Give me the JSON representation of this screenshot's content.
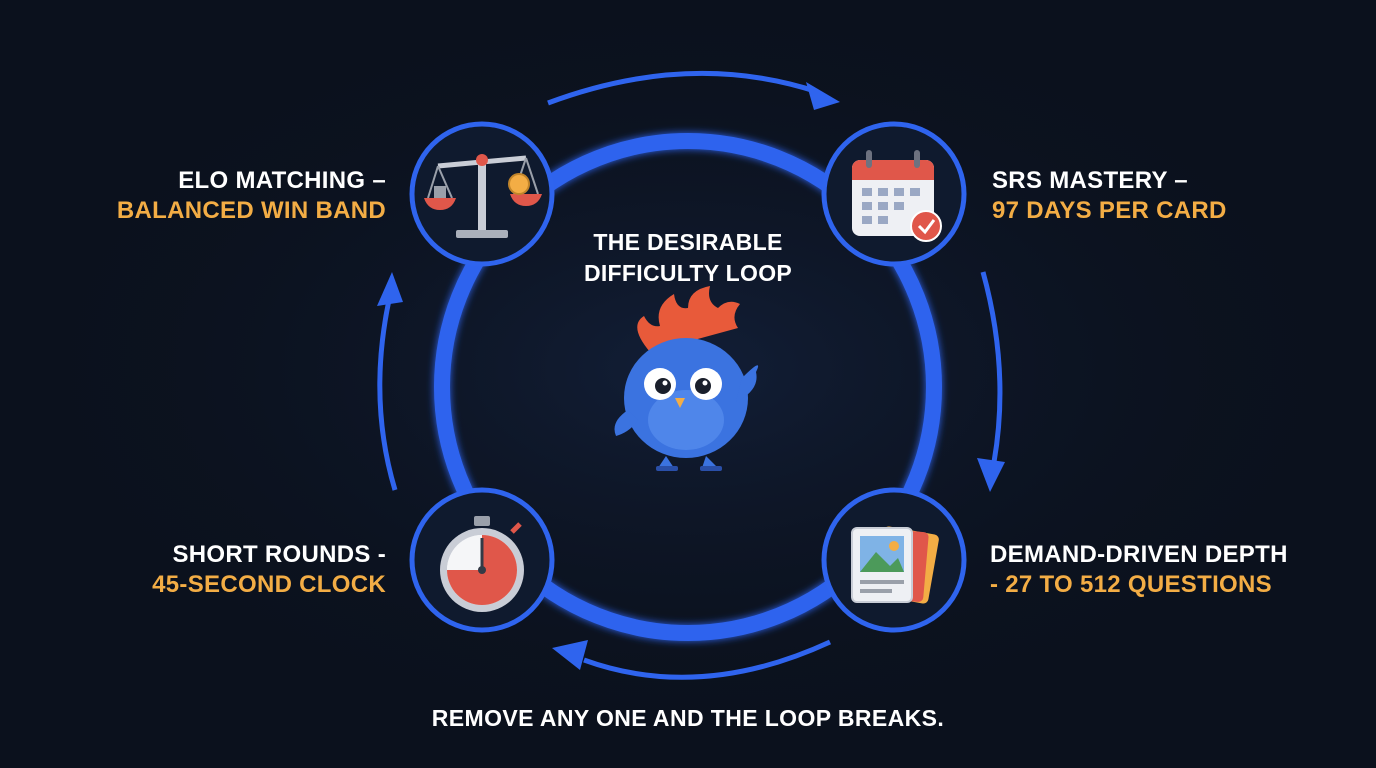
{
  "center": {
    "title_line1": "THE DESIRABLE",
    "title_line2": "DIFFICULTY LOOP",
    "mascot": "blue-bird-mascot"
  },
  "nodes": [
    {
      "id": "elo",
      "title": "ELO MATCHING –",
      "subtitle": "BALANCED WIN BAND",
      "icon": "balance-scale-icon"
    },
    {
      "id": "srs",
      "title": "SRS MASTERY –",
      "subtitle": "97 DAYS PER CARD",
      "icon": "calendar-check-icon"
    },
    {
      "id": "depth",
      "title": "DEMAND-DRIVEN DEPTH",
      "subtitle": "- 27 TO 512 QUESTIONS",
      "icon": "photo-cards-icon"
    },
    {
      "id": "rounds",
      "title": "SHORT ROUNDS -",
      "subtitle": "45-SECOND CLOCK",
      "icon": "stopwatch-icon"
    }
  ],
  "footer": "REMOVE ANY ONE AND THE LOOP BREAKS.",
  "colors": {
    "background": "#0b111d",
    "ring": "#2f64ee",
    "accent_text": "#f3ad45",
    "node_fill": "#0f1a2e"
  }
}
